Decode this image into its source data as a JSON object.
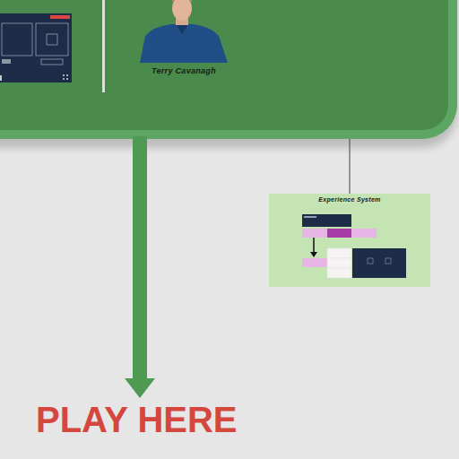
{
  "diagram": {
    "nodes": [
      {
        "text": [
          "Terry Cavanagh"
        ]
      },
      {
        "text": [
          "Experience System"
        ]
      }
    ],
    "edges": [
      {
        "from": 0,
        "to": 1,
        "arrow": "none"
      }
    ],
    "labels": [
      "PLAY HERE"
    ]
  }
}
